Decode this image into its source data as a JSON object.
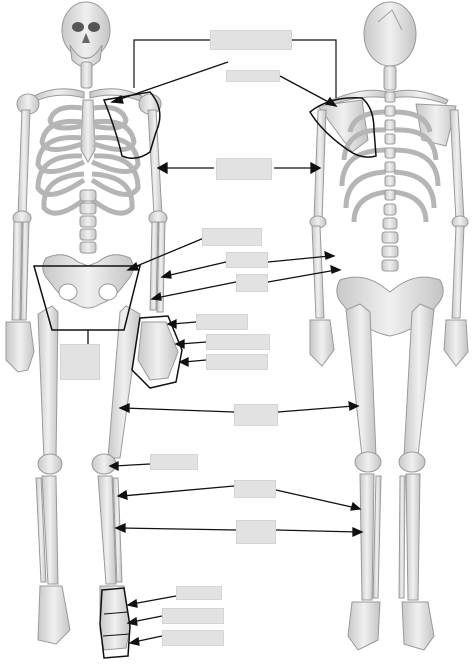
{
  "diagram": {
    "views": [
      "anterior",
      "posterior"
    ],
    "label_boxes_empty": true,
    "blank_count": 17,
    "colors": {
      "bone_fill": "#dcdcdc",
      "bone_stroke": "#9a9a9a",
      "line": "#111111",
      "blank_fill": "#e2e2e2",
      "background": "#ffffff"
    }
  }
}
